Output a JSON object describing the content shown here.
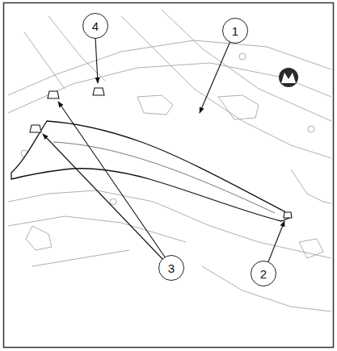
{
  "diagram": {
    "labels": [
      "4",
      "1",
      "3",
      "2"
    ]
  }
}
